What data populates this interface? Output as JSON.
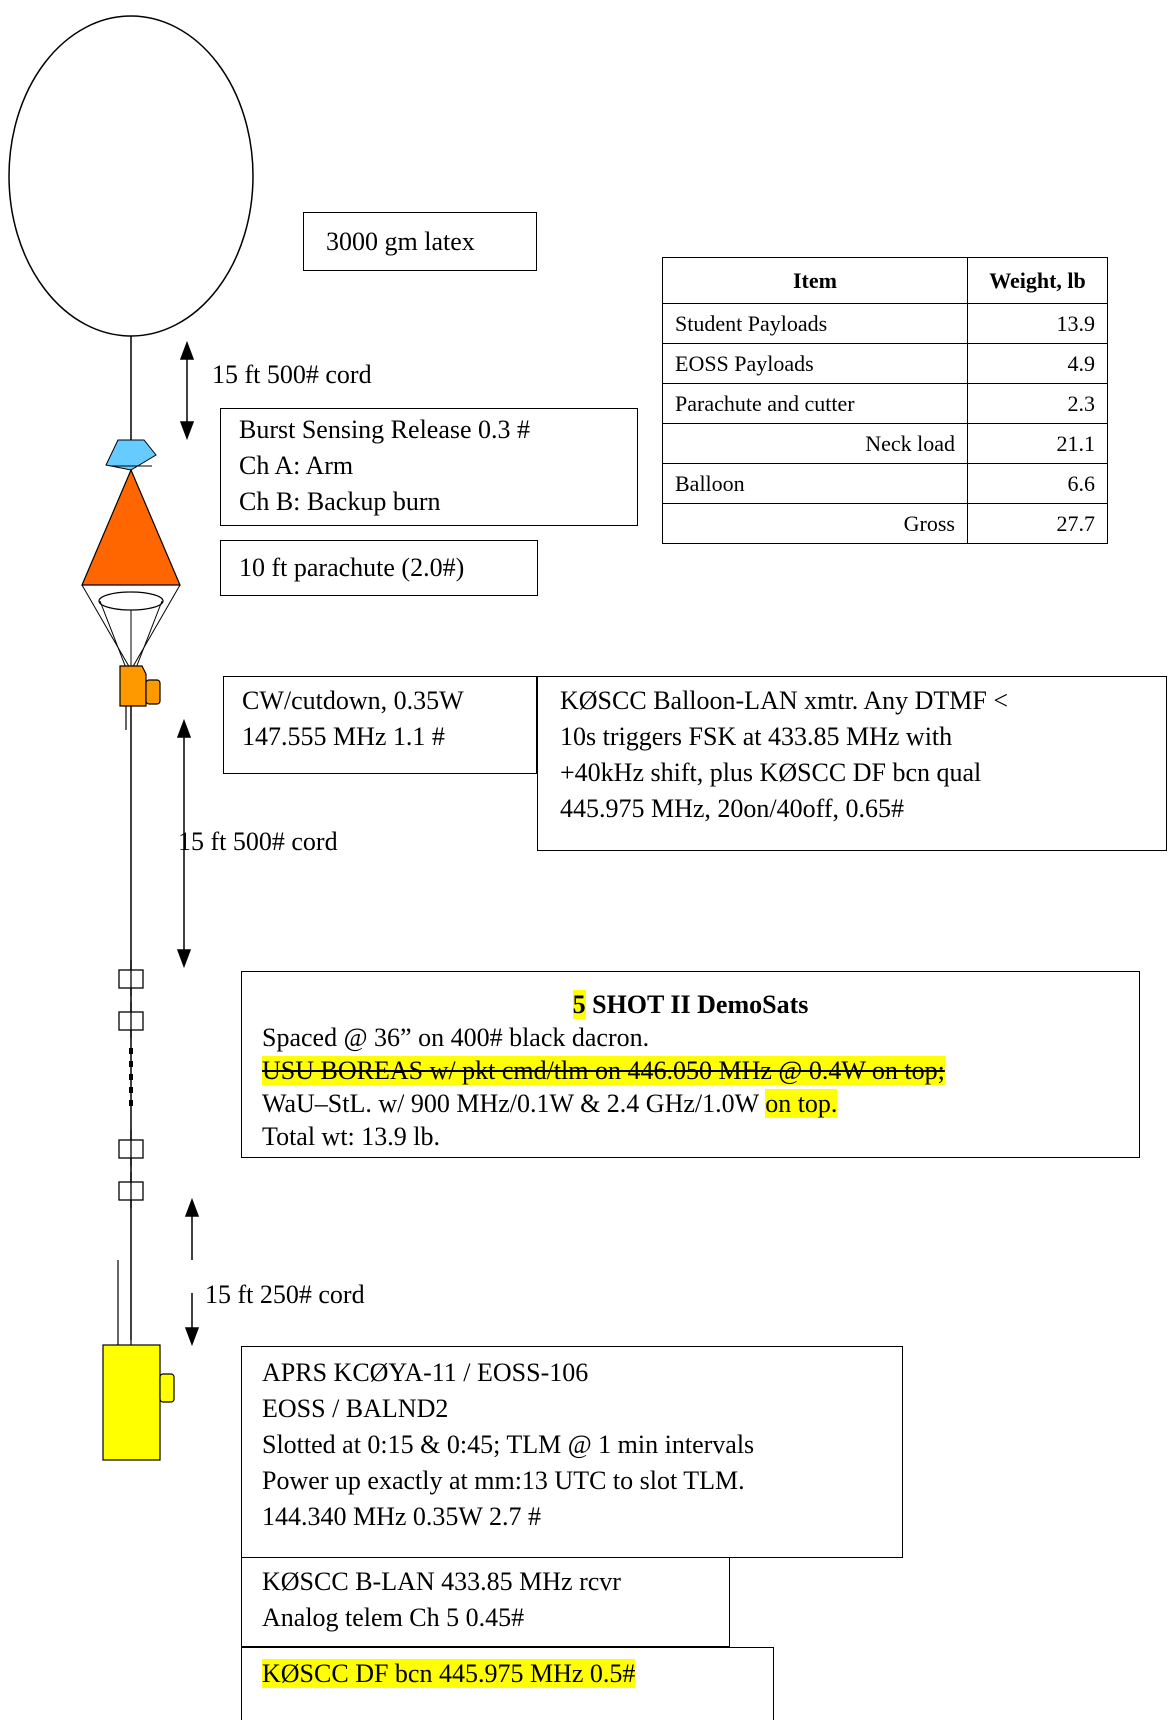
{
  "balloon_label": "3000 gm latex",
  "cord_top_label": "15 ft 500# cord",
  "release_lines": [
    "Burst Sensing Release 0.3 #",
    "Ch A: Arm",
    "Ch B: Backup burn"
  ],
  "parachute_label": "10 ft parachute (2.0#)",
  "cw_lines": [
    "CW/cutdown, 0.35W",
    "147.555 MHz  1.1 #"
  ],
  "lan_lines": [
    "KØSCC Balloon-LAN xmtr. Any DTMF <",
    "10s triggers FSK at 433.85 MHz with",
    "+40kHz shift, plus KØSCC DF bcn qual",
    "445.975 MHz, 20on/40off, 0.65#"
  ],
  "cord_mid_label": "15 ft 500# cord",
  "demosat": {
    "count": "5",
    "title": " SHOT II DemoSats",
    "line1": "Spaced @ 36” on 400# black dacron.",
    "line2_struck": "USU BOREAS w/ pkt cmd/tlm on 446.050 MHz @ 0.4W on top;",
    "line3_main": "WaU–StL. w/ 900 MHz/0.1W & 2.4 GHz/1.0W ",
    "line3_highlight": "on top.",
    "line4": "Total wt: 13.9 lb."
  },
  "cord_low_label": "15 ft 250# cord",
  "aprs_lines": [
    "APRS KCØYA-11  / EOSS-106",
    "EOSS / BALND2",
    "Slotted at 0:15 & 0:45; TLM @ 1 min intervals",
    "Power up exactly at mm:13 UTC to slot TLM.",
    "144.340 MHz   0.35W  2.7 #"
  ],
  "blan_lines": [
    "KØSCC B-LAN 433.85 MHz rcvr",
    "Analog telem Ch 5 0.45#"
  ],
  "df_label": "KØSCC DF bcn 445.975 MHz 0.5#",
  "weight_table": {
    "headers": [
      "Item",
      "Weight, lb"
    ],
    "rows": [
      {
        "item": "Student Payloads",
        "weight": "13.9"
      },
      {
        "item": "EOSS Payloads",
        "weight": "4.9"
      },
      {
        "item": "Parachute and cutter",
        "weight": "2.3"
      },
      {
        "item": "Neck load",
        "weight": "21.1"
      },
      {
        "item": "Balloon",
        "weight": "6.6"
      },
      {
        "item": "Gross",
        "weight": "27.7"
      }
    ]
  },
  "colors": {
    "parachute_fill": "#ff6600",
    "release_fill": "#66ccff",
    "package_orange": "#ff9900",
    "package_yellow": "#ffff00",
    "highlight": "#ffff00"
  }
}
